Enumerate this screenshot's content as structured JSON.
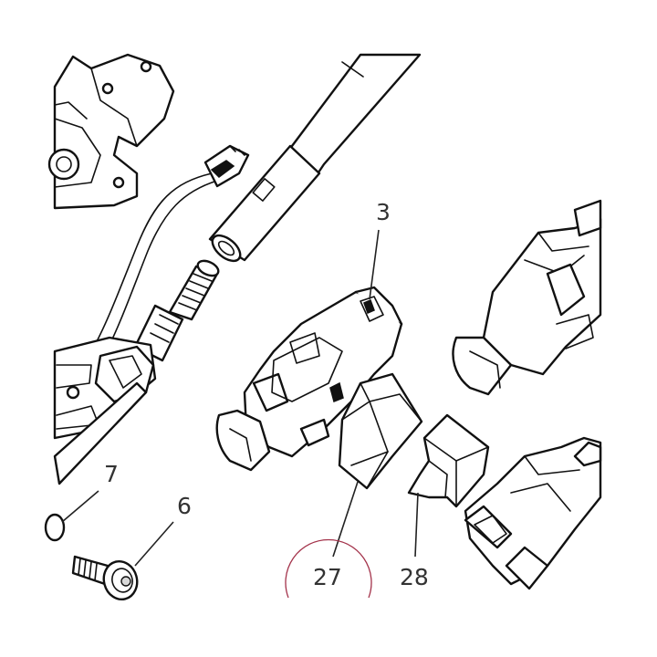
{
  "callouts": {
    "c3": {
      "label": "3"
    },
    "c7": {
      "label": "7"
    },
    "c6": {
      "label": "6"
    },
    "c27": {
      "label": "27"
    },
    "c28": {
      "label": "28"
    }
  },
  "colors": {
    "line": "#111111",
    "label": "#333333",
    "highlight_circle": "#a3324a"
  }
}
